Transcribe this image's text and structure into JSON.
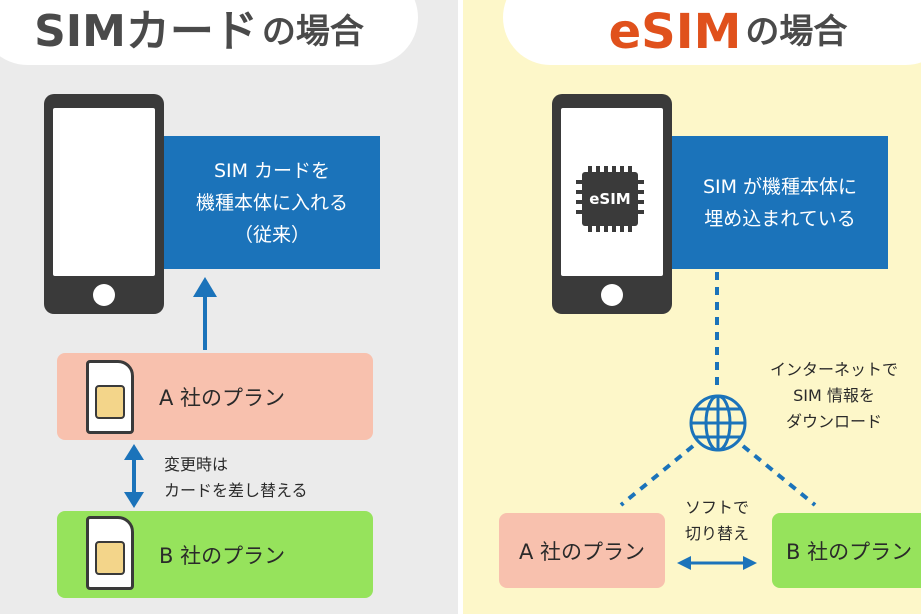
{
  "left": {
    "title_big": "SIMカード",
    "title_small": "の場合",
    "blue_lines": [
      "SIM カードを",
      "機種本体に入れる",
      "（従来）"
    ],
    "plan_a": "A 社のプラン",
    "plan_b": "B 社のプラン",
    "swap_lines": [
      "変更時は",
      "カードを差し替える"
    ]
  },
  "right": {
    "title_big": "eSIM",
    "title_small": "の場合",
    "chip_label": "eSIM",
    "blue_lines": [
      "SIM が機種本体に",
      "埋め込まれている"
    ],
    "download_lines": [
      "インターネットで",
      "SIM 情報を",
      "ダウンロード"
    ],
    "switch_lines": [
      "ソフトで",
      "切り替え"
    ],
    "plan_a": "A 社のプラン",
    "plan_b": "B 社のプラン"
  },
  "colors": {
    "accent_blue": "#1b73ba",
    "esim_orange": "#e0511c",
    "plan_a_fill": "#f8c1ae",
    "plan_b_fill": "#96e35c",
    "left_bg": "#ebebeb",
    "right_bg": "#fdf7c9"
  },
  "icons": [
    "phone-icon",
    "sim-card-icon",
    "esim-chip-icon",
    "globe-icon",
    "double-arrow-icon"
  ]
}
